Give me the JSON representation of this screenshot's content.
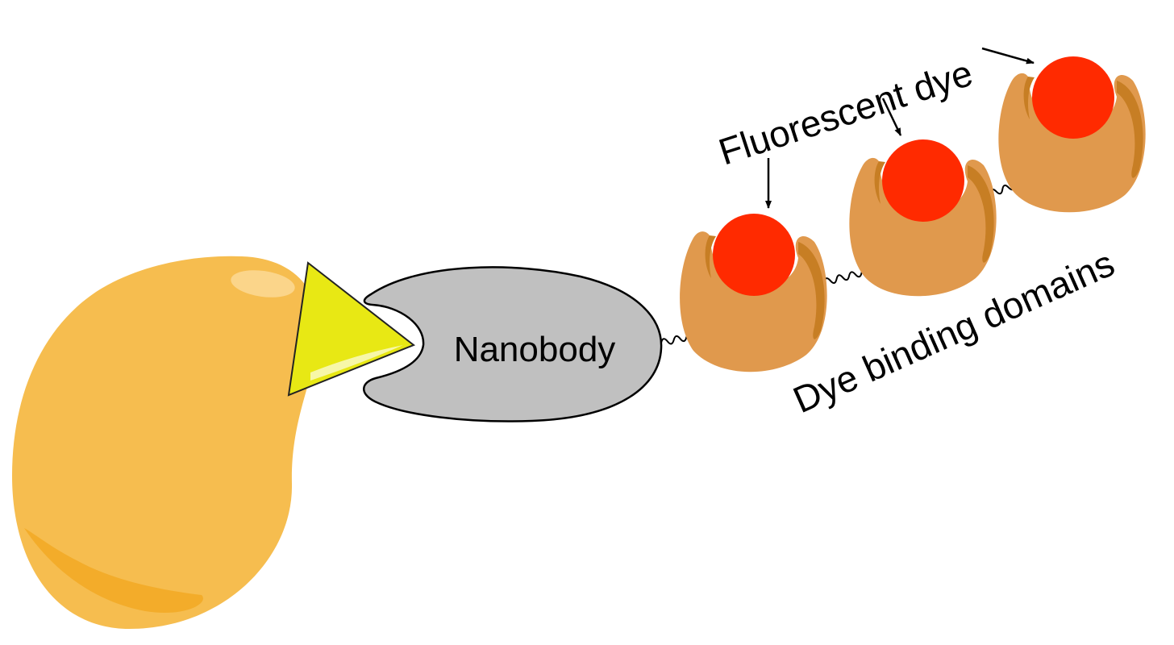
{
  "labels": {
    "nanobody": "Nanobody",
    "fluorescent_dye": "Fluorescent dye",
    "dye_binding_domains": "Dye binding domains"
  },
  "colors": {
    "target_protein": "#F6BD4F",
    "target_highlight": "#FBD58A",
    "target_shadow": "#F2A923",
    "antigen": "#E8E814",
    "nanobody": "#C0C0C0",
    "domain": "#E0994D",
    "domain_dark": "#C77E24",
    "dye": "#FF2A00",
    "outline": "#000000"
  }
}
